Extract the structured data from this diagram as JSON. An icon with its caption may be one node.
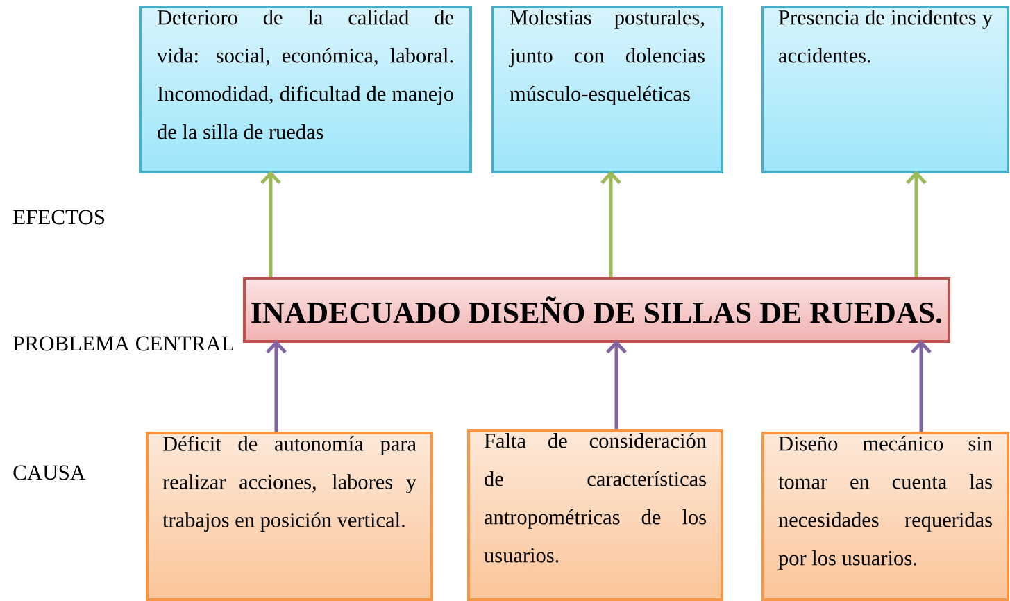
{
  "diagram": {
    "nodes": [
      {
        "text": [
          "Deterioro de la calidad de vida: social, económica, laboral. Incomodidad, dificultad de manejo de la silla de ruedas"
        ]
      },
      {
        "text": [
          "Molestias posturales, junto con dolencias músculo-esqueléticas"
        ]
      },
      {
        "text": [
          "Presencia de incidentes y accidentes."
        ]
      },
      {
        "text": [
          "INADECUADO DISEÑO DE SILLAS DE RUEDAS."
        ]
      },
      {
        "text": [
          "Déficit de autonomía para realizar acciones, labores y trabajos en posición vertical."
        ]
      },
      {
        "text": [
          "Falta de consideración de características antropométricas de los usuarios."
        ]
      },
      {
        "text": [
          "Diseño mecánico sin tomar en cuenta las necesidades requeridas por los usuarios."
        ]
      }
    ],
    "edges": [
      {
        "from": 3,
        "to": 0,
        "arrow": "to",
        "color": "#9bbb59"
      },
      {
        "from": 3,
        "to": 1,
        "arrow": "to",
        "color": "#9bbb59"
      },
      {
        "from": 3,
        "to": 2,
        "arrow": "to",
        "color": "#9bbb59"
      },
      {
        "from": 4,
        "to": 3,
        "arrow": "to",
        "color": "#8064a2"
      },
      {
        "from": 5,
        "to": 3,
        "arrow": "to",
        "color": "#8064a2"
      },
      {
        "from": 6,
        "to": 3,
        "arrow": "to",
        "color": "#8064a2"
      }
    ],
    "labels": [
      "EFECTOS",
      "PROBLEMA CENTRAL",
      "CAUSA"
    ]
  }
}
